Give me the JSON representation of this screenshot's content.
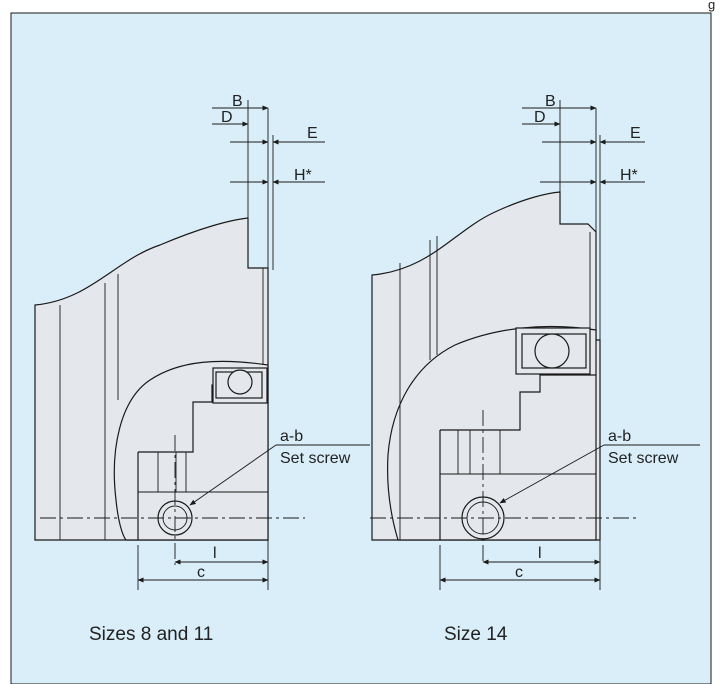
{
  "page_corner_mark": "g",
  "figure": {
    "background": "#d9eef8",
    "border": "#1a1a1a"
  },
  "left_view": {
    "caption": "Sizes 8 and 11",
    "dim_B": "B",
    "dim_D": "D",
    "dim_E": "E",
    "dim_H": "H*",
    "callout_ab": "a-b",
    "callout_setscrew": "Set screw",
    "dim_l": "l",
    "dim_c": "c"
  },
  "right_view": {
    "caption": "Size 14",
    "dim_B": "B",
    "dim_D": "D",
    "dim_E": "E",
    "dim_H": "H*",
    "callout_ab": "a-b",
    "callout_setscrew": "Set screw",
    "dim_l": "l",
    "dim_c": "c"
  }
}
